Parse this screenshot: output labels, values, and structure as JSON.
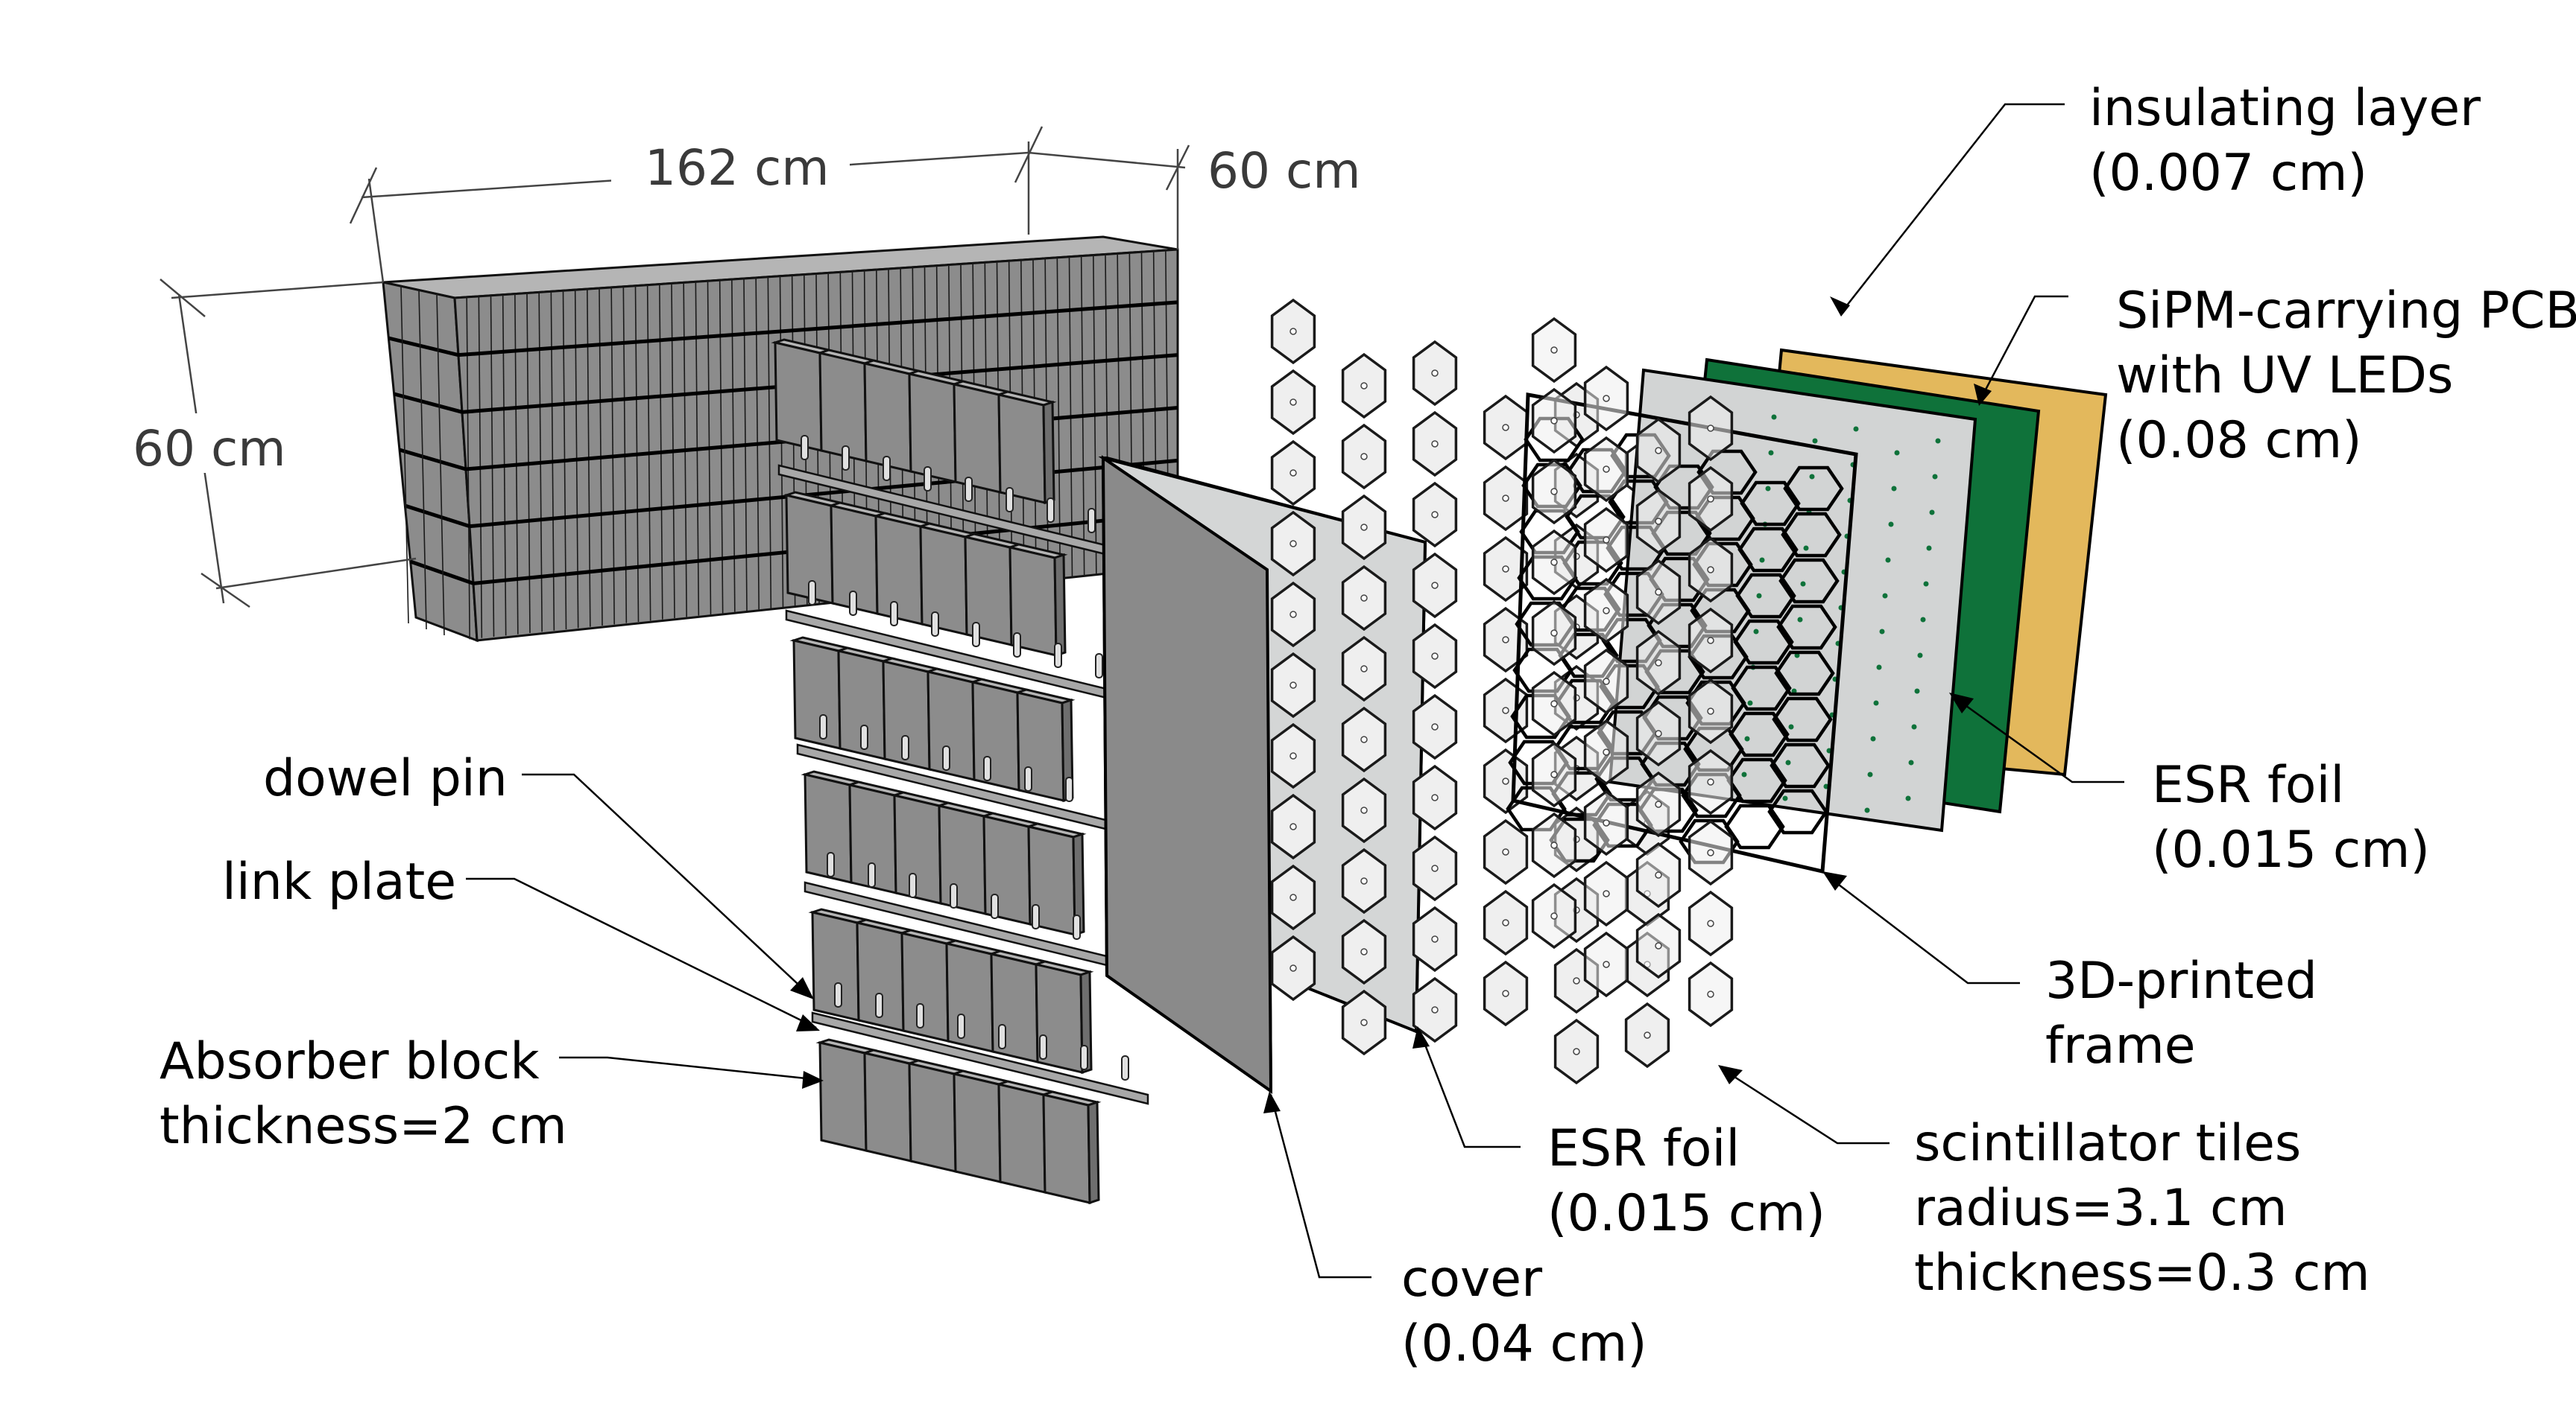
{
  "dimensions": {
    "length": "162 cm",
    "depth": "60 cm",
    "height": "60 cm"
  },
  "labels": {
    "insulating_layer": {
      "name": "insulating layer",
      "thickness": "(0.007 cm)"
    },
    "pcb": {
      "name_line1": "SiPM-carrying PCB",
      "name_line2": "with UV LEDs",
      "thickness": "(0.08 cm)"
    },
    "esr_foil_back": {
      "name": "ESR foil",
      "thickness": "(0.015 cm)"
    },
    "frame": {
      "name_line1": "3D-printed",
      "name_line2": "frame"
    },
    "scintillator": {
      "name": "scintillator tiles",
      "radius": "radius=3.1 cm",
      "thickness": "thickness=0.3 cm"
    },
    "esr_foil_front": {
      "name": "ESR foil",
      "thickness": "(0.015 cm)"
    },
    "cover": {
      "name": "cover",
      "thickness": "(0.04 cm)"
    },
    "dowel_pin": {
      "name": "dowel pin"
    },
    "link_plate": {
      "name": "link plate"
    },
    "absorber": {
      "name": "Absorber block",
      "thickness": "thickness=2 cm"
    }
  },
  "colors": {
    "absorber": "#8c8c8c",
    "cover": "#8a8a8a",
    "esr_foil": "#d4d6d6",
    "scintillator": "#efefef",
    "pcb": "#0f723a",
    "insulating_layer": "#e3b85c",
    "led_dot": "#0f723a"
  }
}
